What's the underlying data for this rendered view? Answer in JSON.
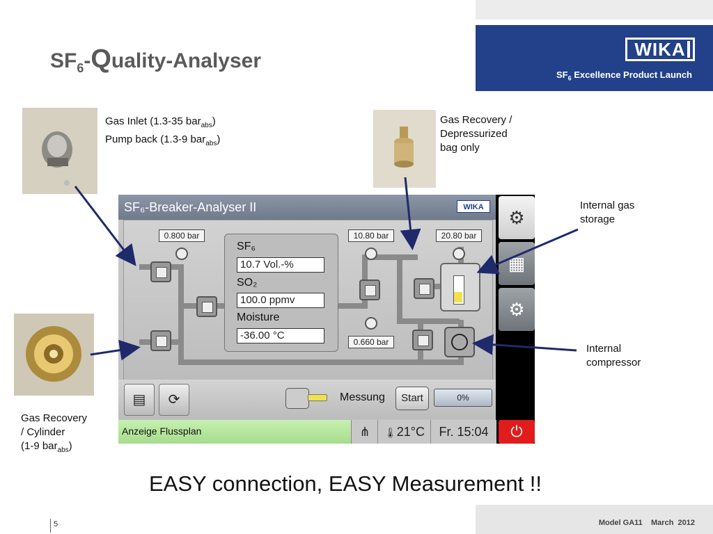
{
  "header": {
    "title_prefix": "SF",
    "title_sub": "6",
    "title_dash": "-",
    "title_q": "Q",
    "title_rest": "uality-Analyser",
    "logo": "WIKA",
    "launch_prefix": "SF",
    "launch_sub": "6",
    "launch_rest": " Excellence Product Launch"
  },
  "callouts": {
    "gas_inlet_1": "Gas Inlet (1.3-35 bar",
    "gas_inlet_1_sub": "abs",
    "gas_inlet_1_end": ")",
    "gas_inlet_2": "Pump back (1.3-9 bar",
    "gas_inlet_2_sub": "abs",
    "gas_inlet_2_end": ")",
    "recovery_bag_1": "Gas Recovery /",
    "recovery_bag_2": "Depressurized",
    "recovery_bag_3": "bag only",
    "storage_1": "Internal gas",
    "storage_2": "storage",
    "compressor_1": "Internal",
    "compressor_2": "compressor",
    "cylinder_1": "Gas Recovery",
    "cylinder_2": "/ Cylinder",
    "cylinder_3": "(1-9 bar",
    "cylinder_3_sub": "abs",
    "cylinder_3_end": ")"
  },
  "screen": {
    "title": "SF₆-Breaker-Analyser II",
    "logo": "WIKA",
    "gauges": {
      "inlet": "0.800 bar",
      "recovery": "10.80 bar",
      "storage": "20.80 bar",
      "lower": "0.660 bar"
    },
    "measurements": {
      "sf6_label": "SF₆",
      "sf6_value": "10.7 Vol.-%",
      "so2_label": "SO₂",
      "so2_value": "100.0 ppmv",
      "moisture_label": "Moisture",
      "moisture_value": "-36.00 °C"
    },
    "toolbar": {
      "messung_label": "Messung",
      "start_label": "Start",
      "progress_text": "0%",
      "progress_value": 0
    },
    "status": {
      "mode": "Anzeige Flussplan",
      "temperature": "21°C",
      "datetime": "Fr. 15:04"
    }
  },
  "slogan": "EASY connection, EASY Measurement !!",
  "footer": {
    "page": "5",
    "model_date": "Model GA11    March  2012"
  },
  "colors": {
    "brand_blue": "#22418a",
    "status_green": "#a6dc8c",
    "power_red": "#e01c1c",
    "fill_yellow": "#f1e24c"
  }
}
